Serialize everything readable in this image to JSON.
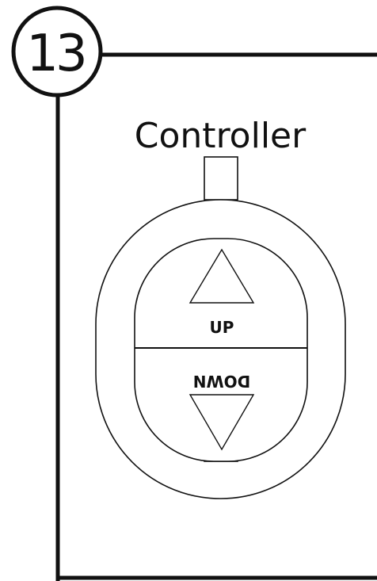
{
  "step": {
    "number": "13"
  },
  "diagram": {
    "title": "Controller",
    "buttons": {
      "up_label": "UP",
      "down_label": "DOWN"
    },
    "line_color": "#111111",
    "background": "#ffffff"
  }
}
